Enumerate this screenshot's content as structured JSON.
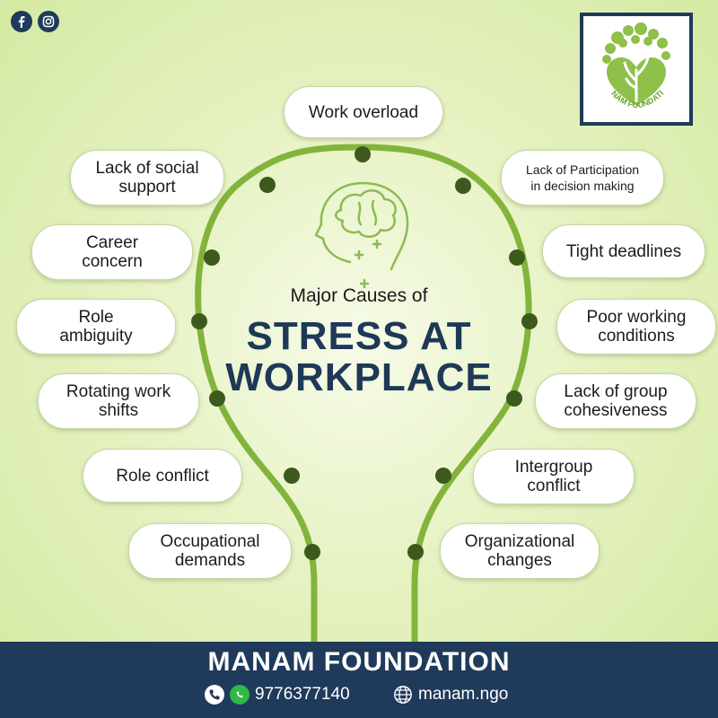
{
  "title": {
    "line1": "Major Causes of",
    "line2": "STRESS AT",
    "line3": "WORKPLACE"
  },
  "causes": [
    "Work overload",
    "Lack of social\nsupport",
    "Career\nconcern",
    "Role\nambiguity",
    "Rotating work\nshifts",
    "Role conflict",
    "Occupational\ndemands",
    "Lack of Participation\nin decision making",
    "Tight deadlines",
    "Poor working\nconditions",
    "Lack of group\ncohesiveness",
    "Intergroup\nconflict",
    "Organizational\nchanges"
  ],
  "logo": {
    "text": "MANAM FOUNDATION"
  },
  "social": {
    "icons": [
      "facebook-icon",
      "instagram-icon"
    ]
  },
  "footer": {
    "org": "MANAM FOUNDATION",
    "phone": "9776377140",
    "website": "manam.ngo"
  },
  "colors": {
    "navy": "#1f3a5a",
    "green_line": "#82b43c",
    "dot": "#3d5a1d",
    "background": "#e6f2c2"
  }
}
